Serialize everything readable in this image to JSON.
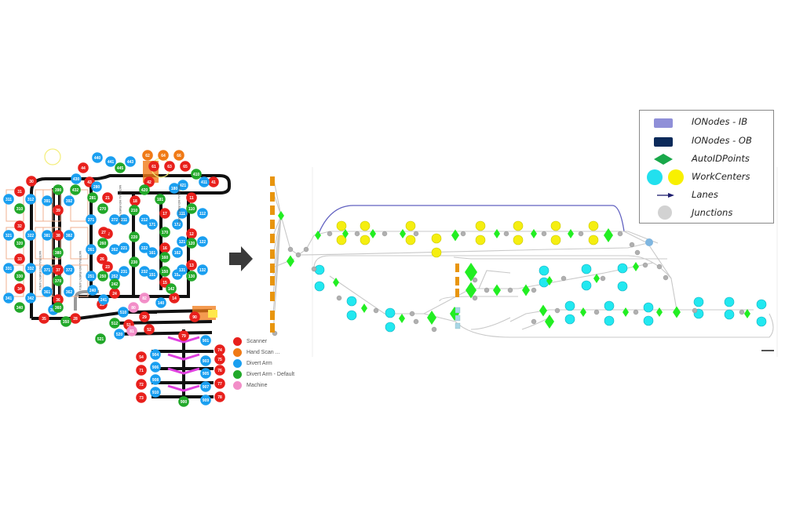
{
  "left_layout": {
    "legend": [
      {
        "label": "Scanner",
        "color": "#e8201c"
      },
      {
        "label": "Hand Scan ...",
        "color": "#f07a16"
      },
      {
        "label": "Divert Arm",
        "color": "#1a9ff0"
      },
      {
        "label": "Divert Arm - Default",
        "color": "#22a82a"
      },
      {
        "label": "Machine",
        "color": "#f28ec8"
      }
    ],
    "node_labels": {
      "scanner": [
        "31",
        "32",
        "33",
        "34",
        "35",
        "36",
        "37",
        "38",
        "39",
        "30",
        "44",
        "43",
        "41",
        "42",
        "61",
        "63",
        "65",
        "21",
        "22",
        "23",
        "24",
        "11",
        "12",
        "13",
        "14",
        "15",
        "16",
        "17",
        "18",
        "25",
        "26",
        "27",
        "28",
        "29",
        "51",
        "52",
        "54",
        "71",
        "72",
        "73",
        "74",
        "75",
        "76",
        "77",
        "78",
        "79",
        "90"
      ],
      "hand_scan": [
        "62",
        "64",
        "66"
      ],
      "divert_arm": [
        "311",
        "312",
        "321",
        "322",
        "331",
        "332",
        "341",
        "342",
        "391",
        "392",
        "381",
        "382",
        "371",
        "372",
        "361",
        "362",
        "351",
        "430",
        "440",
        "441",
        "443",
        "421",
        "411",
        "280",
        "271",
        "272",
        "261",
        "262",
        "251",
        "252",
        "240",
        "241",
        "211",
        "212",
        "221",
        "222",
        "231",
        "232",
        "171",
        "172",
        "161",
        "162",
        "151",
        "152",
        "180",
        "111",
        "112",
        "121",
        "122",
        "131",
        "132",
        "140",
        "510",
        "520",
        "901",
        "903",
        "904",
        "905",
        "906",
        "907",
        "908",
        "909",
        "910"
      ],
      "divert_arm_default": [
        "310",
        "320",
        "330",
        "340",
        "390",
        "380",
        "370",
        "360",
        "350",
        "432",
        "445",
        "420",
        "410",
        "281",
        "270",
        "260",
        "250",
        "242",
        "210",
        "220",
        "230",
        "181",
        "170",
        "160",
        "150",
        "142",
        "110",
        "120",
        "130",
        "512",
        "521",
        "900"
      ],
      "machine": [
        "80",
        "81",
        "82"
      ]
    },
    "area_label": "MATERIAL MOVEMENT AREA"
  },
  "transform_arrow": "right-arrow-icon",
  "right_graph": {
    "legend": [
      {
        "label": "IONodes - IB",
        "shape": "rect",
        "color": "#8f8fd8"
      },
      {
        "label": "IONodes - OB",
        "shape": "rect",
        "color": "#0b2a5a"
      },
      {
        "label": "AutoIDPoints",
        "shape": "diamond",
        "color": "#19a84a"
      },
      {
        "label": "WorkCenters",
        "shape": "circles",
        "color": "#22e0ee",
        "color2": "#f8f000"
      },
      {
        "label": "Lanes",
        "shape": "arrow",
        "color": "#1e1e6e"
      },
      {
        "label": "Junctions",
        "shape": "circle",
        "color": "#cccccc"
      }
    ],
    "colors": {
      "io_ib": "#e8950e",
      "io_ob": "#a9d6e6",
      "autoid": "#22ee22",
      "workcenter_a": "#22e8f0",
      "workcenter_b": "#f5ee10",
      "junction": "#b0b0b0",
      "lane": "#6060c0",
      "edge": "#c8c8c8"
    }
  }
}
